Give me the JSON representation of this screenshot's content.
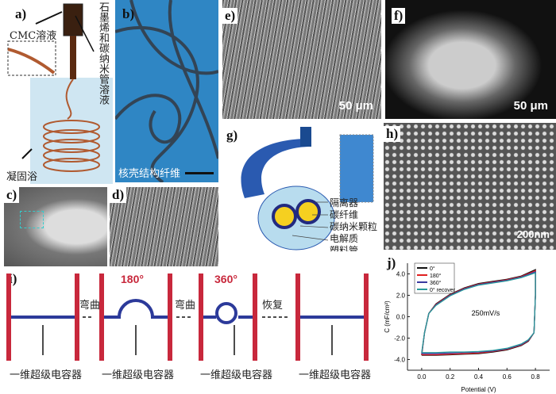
{
  "panels": {
    "a": {
      "label": "a)",
      "cmc": "CMC溶液",
      "solution": "石墨烯和碳纳米管溶液",
      "bath": "凝固浴"
    },
    "b": {
      "label": "b)",
      "caption": "核壳结构纤维"
    },
    "c": {
      "label": "c)"
    },
    "d": {
      "label": "d)"
    },
    "e": {
      "label": "e)",
      "scale": "50 μm"
    },
    "f": {
      "label": "f)",
      "scale": "50 μm"
    },
    "g": {
      "label": "g)",
      "parts": [
        "隔离器",
        "碳纤维",
        "碳纳米颗粒",
        "电解质",
        "塑料管"
      ]
    },
    "h": {
      "label": "h)",
      "scale": "200nm"
    },
    "i": {
      "label": "i)",
      "device": "一维超级电容器",
      "steps": [
        "弯曲",
        "弯曲",
        "恢复"
      ],
      "angles": [
        "180°",
        "360°"
      ]
    }
  },
  "colors": {
    "electrode": "#c8283c",
    "fiber": "#2c3a9a",
    "angle": "#c8283c"
  },
  "chart_data": {
    "type": "line",
    "label": "j)",
    "xlabel": "Potential (V)",
    "ylabel": "C (mF/cm²)",
    "annotation": "250mV/s",
    "xlim": [
      -0.1,
      0.9
    ],
    "ylim": [
      -5,
      5
    ],
    "xticks": [
      "0.0",
      "0.2",
      "0.4",
      "0.6",
      "0.8"
    ],
    "yticks": [
      "-4.0",
      "-2.0",
      "0.0",
      "2.0",
      "4.0"
    ],
    "legend_position": "top-left",
    "x": [
      0,
      0.02,
      0.05,
      0.1,
      0.2,
      0.3,
      0.4,
      0.5,
      0.6,
      0.7,
      0.8,
      0.8,
      0.79,
      0.75,
      0.7,
      0.6,
      0.5,
      0.4,
      0.3,
      0.2,
      0.1,
      0.02,
      0
    ],
    "series": [
      {
        "name": "0°",
        "color": "#111111",
        "values": [
          -3.6,
          -1.5,
          0.3,
          1.2,
          2.1,
          2.7,
          3.1,
          3.3,
          3.5,
          3.8,
          4.4,
          2.0,
          -1.5,
          -2.3,
          -2.7,
          -3.1,
          -3.3,
          -3.45,
          -3.5,
          -3.55,
          -3.6,
          -3.6,
          -3.6
        ]
      },
      {
        "name": "180°",
        "color": "#e02020",
        "values": [
          -3.55,
          -1.5,
          0.3,
          1.15,
          2.05,
          2.65,
          3.05,
          3.25,
          3.45,
          3.75,
          4.3,
          2.0,
          -1.5,
          -2.25,
          -2.65,
          -3.05,
          -3.25,
          -3.4,
          -3.45,
          -3.5,
          -3.55,
          -3.55,
          -3.55
        ]
      },
      {
        "name": "360°",
        "color": "#3a3aa0",
        "values": [
          -3.45,
          -1.5,
          0.3,
          1.1,
          2.0,
          2.6,
          3.0,
          3.2,
          3.4,
          3.7,
          4.2,
          2.0,
          -1.5,
          -2.2,
          -2.6,
          -3.0,
          -3.2,
          -3.3,
          -3.35,
          -3.4,
          -3.45,
          -3.45,
          -3.45
        ]
      },
      {
        "name": "0° recover",
        "color": "#2a9a9a",
        "values": [
          -3.35,
          -1.5,
          0.3,
          1.05,
          1.95,
          2.55,
          2.95,
          3.15,
          3.35,
          3.65,
          4.1,
          2.0,
          -1.5,
          -2.15,
          -2.55,
          -2.95,
          -3.15,
          -3.25,
          -3.3,
          -3.3,
          -3.35,
          -3.35,
          -3.35
        ]
      }
    ]
  }
}
